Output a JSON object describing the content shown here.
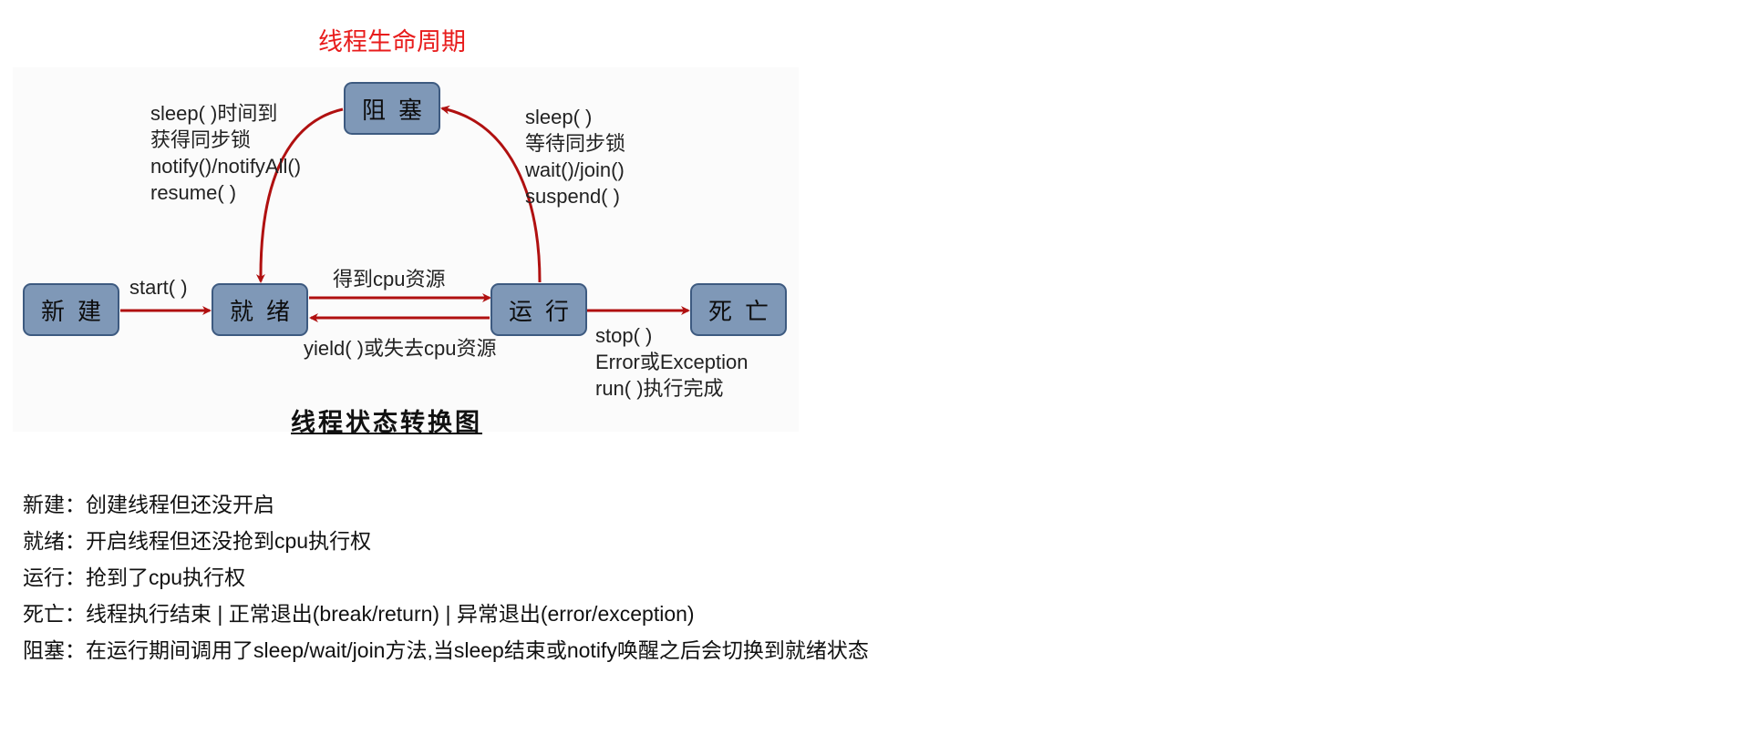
{
  "title": "线程生命周期",
  "diagram": {
    "caption": "线程状态转换图",
    "states": {
      "new": "新建",
      "ready": "就绪",
      "running": "运行",
      "blocked": "阻塞",
      "dead": "死亡"
    },
    "transitions": {
      "start": "start( )",
      "ready_to_running": "得到cpu资源",
      "running_to_ready": "yield( )或失去cpu资源",
      "blocked_to_ready": [
        "sleep( )时间到",
        "获得同步锁",
        "notify()/notifyAll()",
        "resume( )"
      ],
      "running_to_blocked": [
        "sleep( )",
        "等待同步锁",
        "wait()/join()",
        "suspend( )"
      ],
      "running_to_dead": [
        "stop( )",
        "Error或Exception",
        "run( )执行完成"
      ]
    }
  },
  "descriptions": [
    "新建：创建线程但还没开启",
    "就绪：开启线程但还没抢到cpu执行权",
    "运行：抢到了cpu执行权",
    "死亡：线程执行结束 | 正常退出(break/return) | 异常退出(error/exception)",
    "阻塞：在运行期间调用了sleep/wait/join方法,当sleep结束或notify唤醒之后会切换到就绪状态"
  ],
  "colors": {
    "title": "#e81c1c",
    "arrow": "#b01010",
    "state_fill": "#7f98b7",
    "state_border": "#3d5a80"
  }
}
